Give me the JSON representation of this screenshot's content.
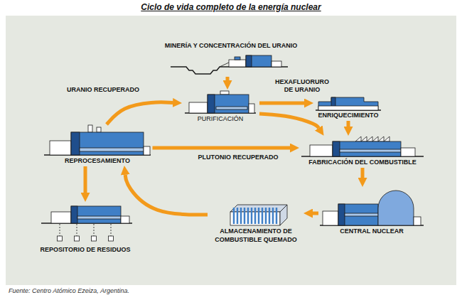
{
  "diagram": {
    "title": "Ciclo de vida completo de la energía nuclear",
    "caption": "Fuente: Centro Atómico Ezeiza, Argentina.",
    "nodes": [
      {
        "text": [
          "MINERÍA Y CONCENTRACIÓN DEL URANIO"
        ]
      },
      {
        "text": [
          "PURIFICACIÓN"
        ]
      },
      {
        "text": [
          "ENRIQUECIMIENTO"
        ]
      },
      {
        "text": [
          "REPROCESAMIENTO"
        ]
      },
      {
        "text": [
          "FABRICACIÓN DEL COMBUSTIBLE"
        ]
      },
      {
        "text": [
          "REPOSITORIO DE RESIDUOS"
        ]
      },
      {
        "text": [
          "ALMACENAMIENTO DE COMBUSTIBLE QUEMADO"
        ]
      },
      {
        "text": [
          "CENTRAL NUCLEAR"
        ]
      }
    ],
    "edges": [
      {
        "from": 0,
        "to": 1,
        "arrow": "to"
      },
      {
        "from": 3,
        "to": 1,
        "label": "URANIO RECUPERADO",
        "arrow": "to"
      },
      {
        "from": 1,
        "to": 2,
        "label": "HEXAFLUORURO DE URANIO",
        "arrow": "to"
      },
      {
        "from": 1,
        "to": 4,
        "arrow": "to"
      },
      {
        "from": 2,
        "to": 4,
        "arrow": "to"
      },
      {
        "from": 3,
        "to": 4,
        "label": "PLUTONIO RECUPERADO",
        "arrow": "to"
      },
      {
        "from": 4,
        "to": 7,
        "arrow": "to"
      },
      {
        "from": 7,
        "to": 6,
        "arrow": "to"
      },
      {
        "from": 6,
        "to": 3,
        "arrow": "to"
      },
      {
        "from": 3,
        "to": 5,
        "arrow": "to"
      }
    ]
  }
}
